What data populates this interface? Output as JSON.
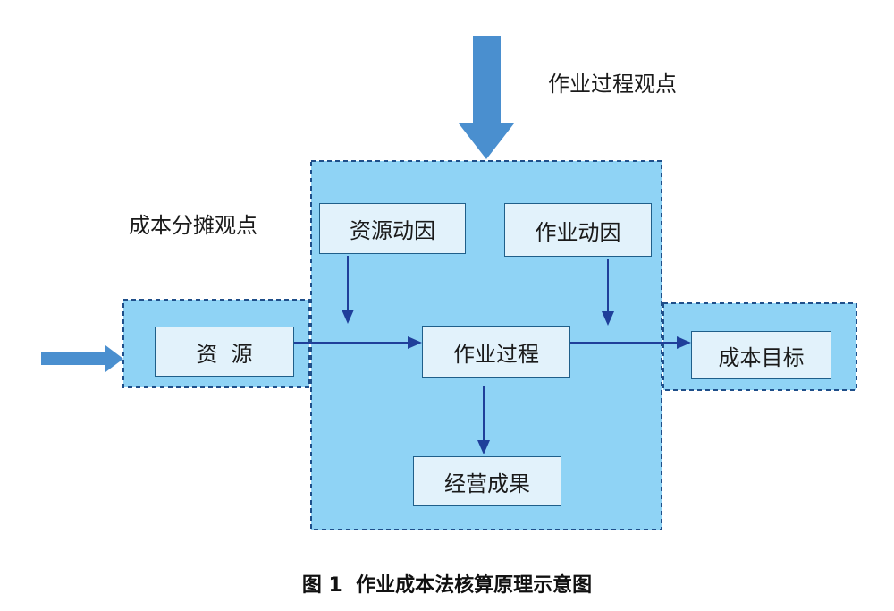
{
  "labels": {
    "process_view": "作业过程观点",
    "cost_allocation_view": "成本分摊观点"
  },
  "nodes": {
    "resource": "资  源",
    "resource_driver": "资源动因",
    "activity_driver": "作业动因",
    "activity_process": "作业过程",
    "cost_object": "成本目标",
    "business_result": "经营成果"
  },
  "caption": "图 1  作业成本法核算原理示意图",
  "colors": {
    "region_fill": "#8fd3f5",
    "region_border": "#1f4f8a",
    "big_arrow": "#4a8fcf",
    "flow_line": "#1f3f9a",
    "node_fill": "#e2f2fb"
  }
}
